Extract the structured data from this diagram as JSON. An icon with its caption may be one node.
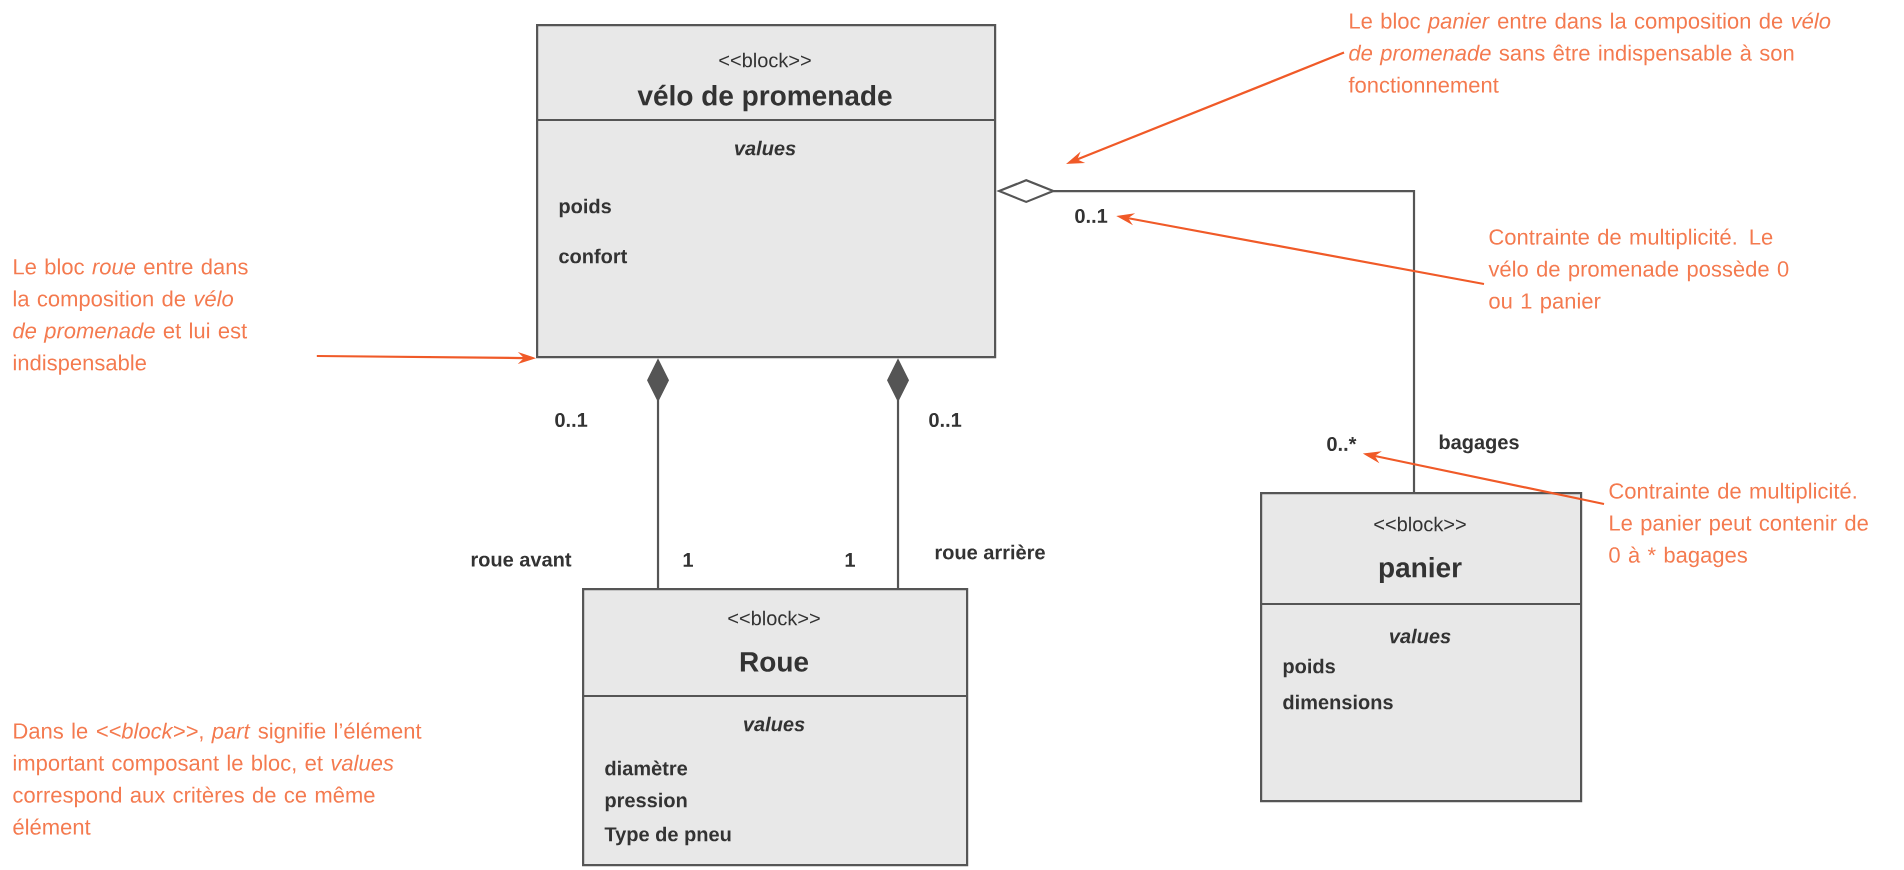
{
  "diagram": {
    "nodes": [
      {
        "text": [
          "<<block>>",
          "vélo de promenade",
          "values",
          "poids",
          "confort"
        ]
      },
      {
        "text": [
          "<<block>>",
          "Roue",
          "values",
          "diamètre",
          "pression",
          "Type de pneu"
        ]
      },
      {
        "text": [
          "<<block>>",
          "panier",
          "values",
          "poids",
          "dimensions"
        ]
      },
      {
        "text": [
          "Le bloc *panier* entre dans la composition de *vélo de promenade* sans être indispensable à son fonctionnement"
        ]
      },
      {
        "text": [
          "Contrainte de multiplicité. Le vélo de promenade possède 0 ou 1 panier"
        ]
      },
      {
        "text": [
          "Le bloc *roue* entre dans la composition de *vélo de promenade* et lui est indispensable"
        ]
      },
      {
        "text": [
          "Contrainte de multiplicité. Le panier peut contenir de 0 à * bagages"
        ]
      },
      {
        "text": [
          "0..1"
        ]
      },
      {
        "text": [
          "0..*"
        ]
      }
    ],
    "edges": [
      {
        "from": 1,
        "to": 0,
        "arrow": "other",
        "label": "roue avant",
        "color": "#555555"
      },
      {
        "from": 1,
        "to": 0,
        "arrow": "other",
        "label": "roue arrière",
        "color": "#555555"
      },
      {
        "from": 2,
        "to": 0,
        "arrow": "other",
        "label": "bagages",
        "color": "#555555"
      },
      {
        "from": 3,
        "to": null,
        "arrow": "to",
        "color": "#f05a28"
      },
      {
        "from": 4,
        "to": 7,
        "arrow": "to",
        "color": "#f05a28"
      },
      {
        "from": 5,
        "to": 0,
        "arrow": "to",
        "color": "#f05a28"
      },
      {
        "from": 6,
        "to": 8,
        "arrow": "to",
        "color": "#f05a28"
      }
    ],
    "labels": [
      "0..1",
      "0..1",
      "1",
      "1",
      "Dans le *<<block>>*, *part* signifie l’élément important composant le bloc, et *values* correspond aux critères de ce même élément"
    ]
  }
}
